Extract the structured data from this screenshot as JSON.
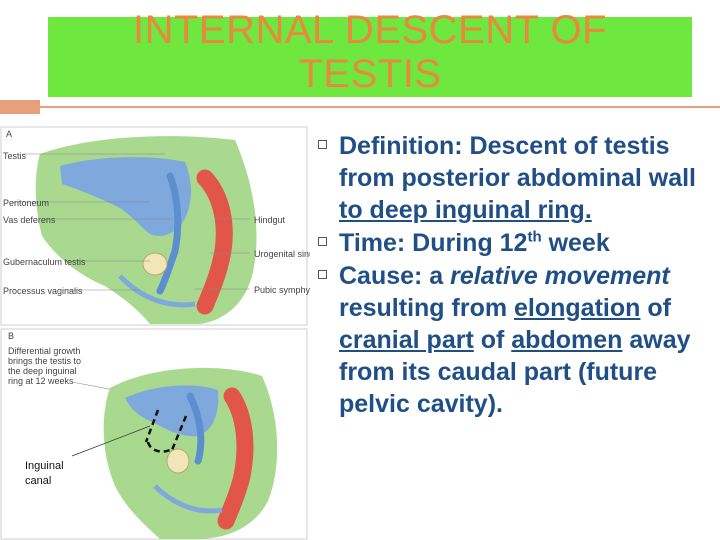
{
  "slide": {
    "title_line1": "INTERNAL DESCENT OF",
    "title_line2": "TESTIS"
  },
  "figure": {
    "panel_a": "A",
    "panel_b": "B",
    "labels_a": [
      "Testis",
      "Peritoneum",
      "Vas deferens",
      "Gubernaculum testis",
      "Processus vaginalis",
      "Hindgut",
      "Urogenital sinus",
      "Pubic symphysis"
    ],
    "caption_b": [
      "Differential growth",
      "brings the testis to",
      "the deep inguinal",
      "ring at 12 weeks"
    ],
    "inguinal_label_1": "Inguinal",
    "inguinal_label_2": "canal"
  },
  "bullets": {
    "definition": {
      "prefix": "Definition: Descent of testis from posterior abdominal wall ",
      "underlined": "to deep inguinal ring."
    },
    "time": {
      "prefix": "Time: During 12",
      "sup": "th",
      "suffix": " week"
    },
    "cause": {
      "p1": "Cause: a ",
      "italic": "relative movement",
      "p2": " resulting from ",
      "u1": "elongation",
      "p3": " of ",
      "u2": "cranial part",
      "p4": " of ",
      "u3": "abdomen",
      "p5": " away from its caudal part (future pelvic cavity)."
    }
  },
  "colors": {
    "title_band": "#6ee83f",
    "title_text": "#e8893e",
    "body_text": "#1f4f86",
    "accent": "#e8a07a"
  }
}
